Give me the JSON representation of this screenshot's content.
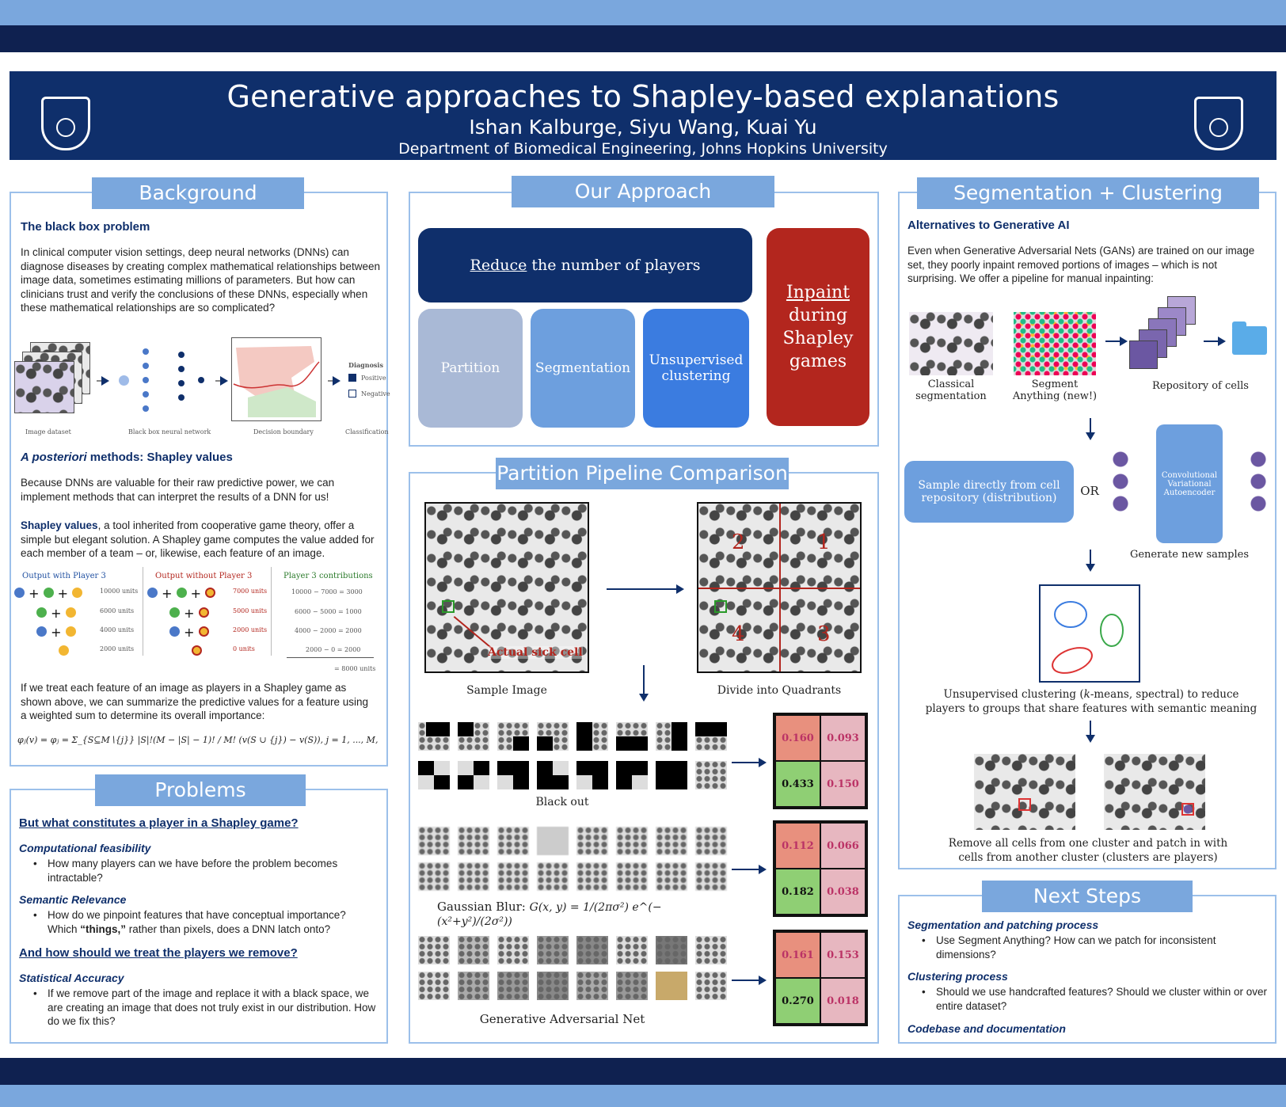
{
  "header": {
    "title": "Generative approaches to Shapley-based explanations",
    "authors": "Ishan Kalburge, Siyu Wang, Kuai Yu",
    "department": "Department of Biomedical Engineering, Johns Hopkins University"
  },
  "background": {
    "title": "Background",
    "h_blackbox": "The black box problem",
    "p1": "In clinical computer vision settings, deep neural networks (DNNs) can diagnose diseases by creating complex mathematical relationships between image data, sometimes estimating millions of parameters. But how can clinicians trust and verify the conclusions of these DNNs, especially when these mathematical relationships are so complicated?",
    "fig_labels": [
      "Image dataset",
      "Black box neural network",
      "Decision boundary",
      "Classification"
    ],
    "fig_diagnosis": "Diagnosis",
    "fig_positive": "Positive",
    "fig_negative": "Negative",
    "h_posteriori_it": "A posteriori",
    "h_posteriori_rest": " methods: Shapley values",
    "p2": "Because DNNs are valuable for their raw predictive power, we can implement methods that can interpret the results of a DNN for us!",
    "p3_bold": "Shapley values",
    "p3_rest": ", a tool inherited from cooperative game theory, offer a simple but elegant solution. A Shapley game computes the value added for each member of a team – or, likewise, each feature of an image.",
    "table_with": "Output with Player 3",
    "table_without": "Output without Player 3",
    "table_contrib": "Player 3 contributions",
    "with_vals": [
      "10000 units",
      "6000 units",
      "4000 units",
      "2000 units"
    ],
    "without_vals": [
      "7000 units",
      "5000 units",
      "2000 units",
      "0 units"
    ],
    "contrib_vals": [
      "10000 − 7000 = 3000",
      "6000 − 5000 = 1000",
      "4000 − 2000 = 2000",
      "2000 − 0 = 2000"
    ],
    "contrib_total": "= 8000 units",
    "p4": "If we treat each feature of an image as players in a Shapley game as shown above, we can summarize the predictive values for a feature using a weighted sum to determine its overall importance:",
    "formula": "φⱼ(v) = φⱼ = Σ_{S⊆M∖{j}} |S|!(M − |S| − 1)! / M! (v(S ∪ {j}) − v(S)),   j = 1, ..., M,"
  },
  "problems": {
    "title": "Problems",
    "q1": "But what constitutes a player in a Shapley game?",
    "h_comp": "Computational feasibility",
    "b_comp": "How many players can we have before the problem becomes intractable?",
    "h_sem": "Semantic Relevance",
    "b_sem_a": "How do we pinpoint features that have conceptual importance? Which ",
    "b_sem_bold": "“things,”",
    "b_sem_b": " rather than pixels, does a DNN latch onto?",
    "q2": "And how should we treat the players we remove?",
    "h_stat": "Statistical Accuracy",
    "b_stat": "If we remove part of the image and replace it with a black space, we are creating an image that does not truly exist in our distribution. How do we fix this?"
  },
  "approach": {
    "title": "Our Approach",
    "reduce_u": "Reduce",
    "reduce_rest": " the number of players",
    "partition": "Partition",
    "segmentation": "Segmentation",
    "unsup": "Unsupervised clustering",
    "inpaint_u": "Inpaint",
    "inpaint_rest": "during Shapley games"
  },
  "partition": {
    "title": "Partition Pipeline Comparison",
    "sample_caption": "Sample Image",
    "sick_label": "Actual sick cell",
    "quad_caption": "Divide into Quadrants",
    "quad_nums": [
      "2",
      "1",
      "4",
      "3"
    ],
    "blackout": "Black out",
    "blur": "Gaussian Blur:",
    "blur_formula": "G(x, y) = 1/(2πσ²) e^(−(x²+y²)/(2σ²))",
    "gan": "Generative Adversarial Net",
    "grid1": [
      "0.160",
      "0.093",
      "0.433",
      "0.150"
    ],
    "grid2": [
      "0.112",
      "0.066",
      "0.182",
      "0.038"
    ],
    "grid3": [
      "0.161",
      "0.153",
      "0.270",
      "0.018"
    ]
  },
  "pipeline": {
    "title": "Segmentation + Clustering Pipeline",
    "h_alt": "Alternatives to Generative AI",
    "p1": "Even when Generative Adversarial Nets (GANs) are trained on our image set, they poorly inpaint removed portions of images – which is not surprising. We offer a pipeline for manual inpainting:",
    "classical": "Classical segmentation",
    "sam": "Segment Anything (new!)",
    "repo": "Repository of cells",
    "sample_direct": "Sample directly from cell repository (distribution)",
    "or": "OR",
    "cvae": "Convolutional Variational Autoencoder",
    "gen_new": "Generate new samples",
    "cluster_caption_a": "Unsupervised clustering (",
    "cluster_caption_k": "k",
    "cluster_caption_b": "-means, spectral) to reduce players to groups that share features with semantic meaning",
    "remove_caption": "Remove all cells from one cluster and patch in with cells from another cluster (clusters are players)"
  },
  "next": {
    "title": "Next Steps",
    "h1": "Segmentation and patching process",
    "b1": "Use Segment Anything? How can we patch for inconsistent dimensions?",
    "h2": "Clustering process",
    "b2": "Should we use handcrafted features? Should we cluster within or over entire dataset?",
    "h3": "Codebase and documentation"
  },
  "colors": {
    "navy": "#0f2f6b",
    "light_blue": "#7aa7dd",
    "red": "#b3261e"
  }
}
